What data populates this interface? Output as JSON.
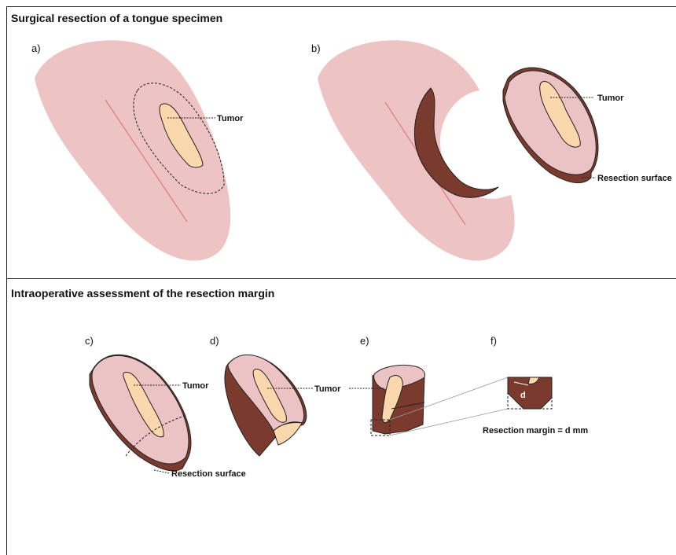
{
  "panels": {
    "top_title": "Surgical resection of a tongue specimen",
    "bottom_title": "Intraoperative assessment of the resection margin"
  },
  "labels": {
    "a": "a)",
    "b": "b)",
    "c": "c)",
    "d": "d)",
    "e": "e)",
    "f": "f)"
  },
  "annotations": {
    "tumor_a": "Tumor",
    "tumor_b": "Tumor",
    "resection_surface_b": "Resection surface",
    "tumor_c": "Tumor",
    "resection_surface_c": "Resection surface",
    "tumor_d": "Tumor",
    "margin_symbol": "d",
    "resection_margin": "Resection margin = d mm"
  }
}
